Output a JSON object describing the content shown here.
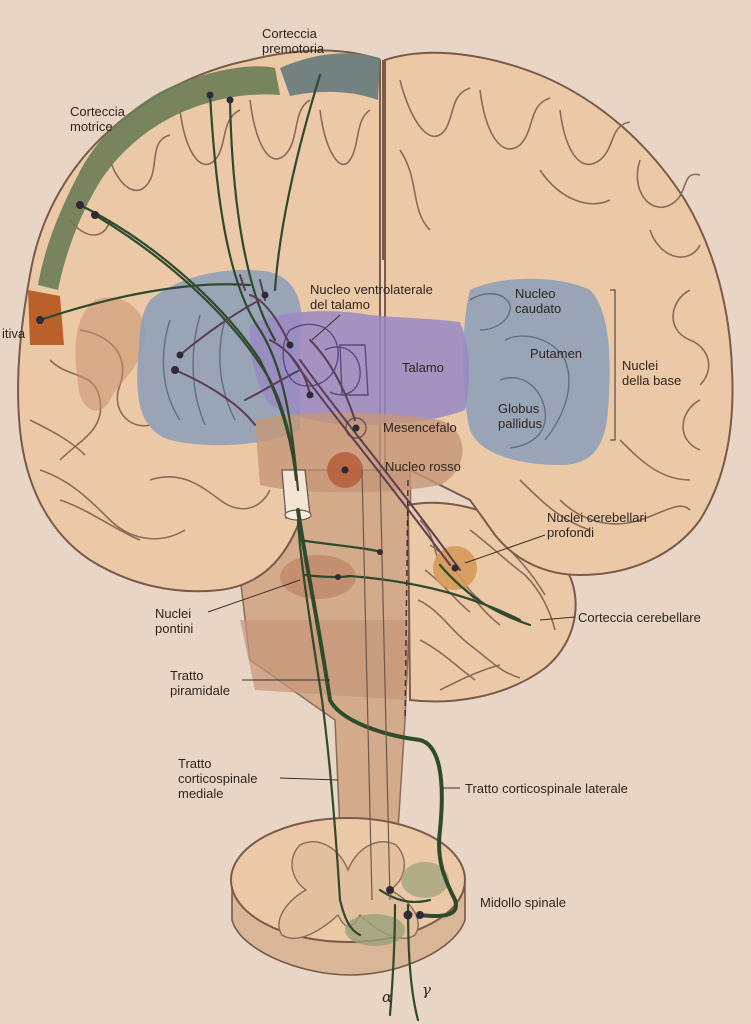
{
  "labels": {
    "premotor": [
      "Corteccia",
      "premotoria"
    ],
    "motor": [
      "Corteccia",
      "motrice"
    ],
    "sensory_fragment": "itiva",
    "vl_nucleus": [
      "Nucleo ventrolaterale",
      "del talamo"
    ],
    "caudate": [
      "Nucleo",
      "caudato"
    ],
    "thalamus": "Talamo",
    "putamen": "Putamen",
    "basal_nuclei": [
      "Nuclei",
      "della base"
    ],
    "globus": [
      "Globus",
      "pallidus"
    ],
    "midbrain": "Mesencefalo",
    "red_nucleus": "Nucleo rosso",
    "deep_cerebellar": [
      "Nuclei cerebellari",
      "profondi"
    ],
    "cerebellar_cortex": "Corteccia cerebellare",
    "pontine": [
      "Nuclei",
      "pontini"
    ],
    "pyramidal": [
      "Tratto",
      "piramidale"
    ],
    "medial_cs": [
      "Tratto",
      "corticospinale",
      "mediale"
    ],
    "lateral_cs": "Tratto corticospinale laterale",
    "spinal_cord": "Midollo spinale",
    "alpha": "α",
    "gamma": "γ"
  },
  "colors": {
    "background": "#e9d5c5",
    "tissue": "#ecc9a6",
    "motor_cortex": "#6b7c55",
    "premotor_cortex": "#6e7d7e",
    "sensory_cortex": "#b5541e",
    "basal_nuclei": "#8b9fb8",
    "thalamus": "#9a88c4",
    "brainstem": "#c9a083",
    "red_nucleus": "#b8613f",
    "deep_nuclei": "#d69a5a",
    "tract": "#2f4a2c",
    "gray_matter_spinal": "#9aa07a"
  }
}
